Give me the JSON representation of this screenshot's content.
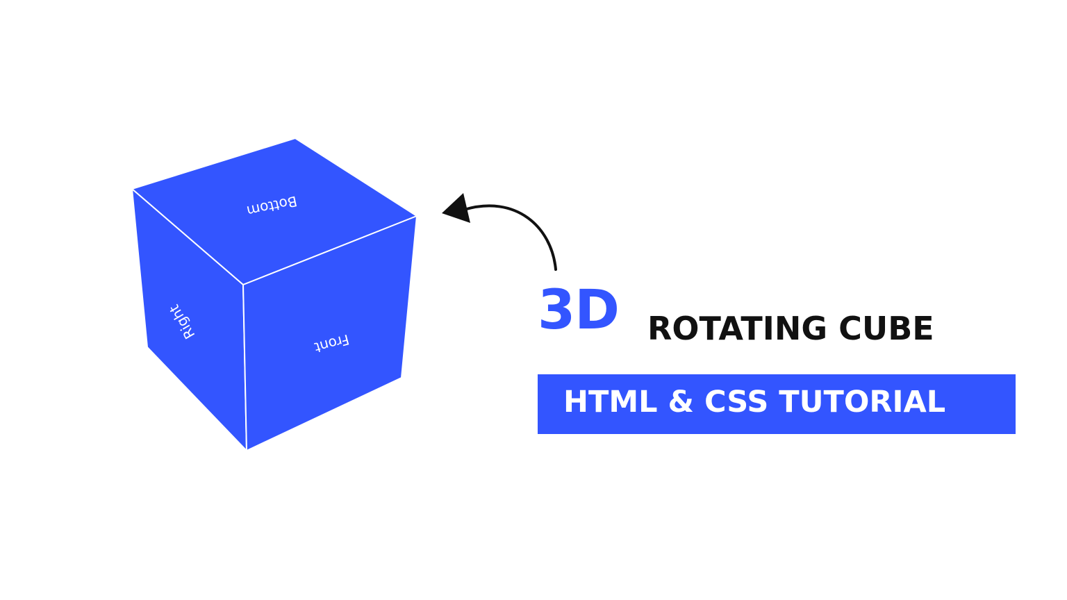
{
  "cube": {
    "faces": {
      "top_label": "Bottom",
      "left_label": "Right",
      "front_label": "Front"
    },
    "color": "#3355ff",
    "edge_color": "#ffffff"
  },
  "arrow": {
    "icon": "curved-arrow-icon",
    "color": "#111111"
  },
  "title": {
    "accent": "3D",
    "main": "ROTATING CUBE",
    "accent_color": "#3355ff",
    "main_color": "#111111"
  },
  "badge": {
    "label": "HTML & CSS TUTORIAL",
    "background": "#3355ff",
    "text_color": "#ffffff"
  }
}
